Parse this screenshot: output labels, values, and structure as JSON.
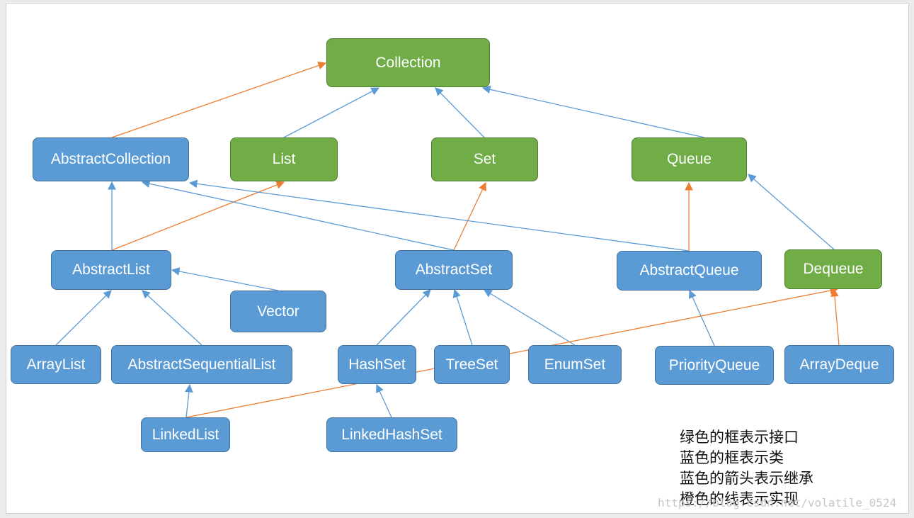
{
  "colors": {
    "interface_fill": "#70ad47",
    "class_fill": "#5b9bd5",
    "inherit_arrow": "#5b9bd5",
    "implement_line": "#ed7d31"
  },
  "nodes": {
    "collection": "Collection",
    "abstract_collection": "AbstractCollection",
    "list": "List",
    "set": "Set",
    "queue": "Queue",
    "abstract_list": "AbstractList",
    "abstract_set": "AbstractSet",
    "abstract_queue": "AbstractQueue",
    "dequeue": "Dequeue",
    "vector": "Vector",
    "array_list": "ArrayList",
    "abstract_sequential_list": "AbstractSequentialList",
    "hash_set": "HashSet",
    "tree_set": "TreeSet",
    "enum_set": "EnumSet",
    "priority_queue": "PriorityQueue",
    "array_deque": "ArrayDeque",
    "linked_list": "LinkedList",
    "linked_hash_set": "LinkedHashSet"
  },
  "edges": [
    {
      "from": "abstract_collection",
      "to": "collection",
      "kind": "implement"
    },
    {
      "from": "list",
      "to": "collection",
      "kind": "inherit"
    },
    {
      "from": "set",
      "to": "collection",
      "kind": "inherit"
    },
    {
      "from": "queue",
      "to": "collection",
      "kind": "inherit"
    },
    {
      "from": "abstract_list",
      "to": "abstract_collection",
      "kind": "inherit"
    },
    {
      "from": "abstract_list",
      "to": "list",
      "kind": "implement"
    },
    {
      "from": "abstract_set",
      "to": "abstract_collection",
      "kind": "inherit"
    },
    {
      "from": "abstract_set",
      "to": "set",
      "kind": "implement"
    },
    {
      "from": "abstract_queue",
      "to": "abstract_collection",
      "kind": "inherit"
    },
    {
      "from": "abstract_queue",
      "to": "queue",
      "kind": "implement"
    },
    {
      "from": "dequeue",
      "to": "queue",
      "kind": "inherit"
    },
    {
      "from": "vector",
      "to": "abstract_list",
      "kind": "inherit"
    },
    {
      "from": "array_list",
      "to": "abstract_list",
      "kind": "inherit"
    },
    {
      "from": "abstract_sequential_list",
      "to": "abstract_list",
      "kind": "inherit"
    },
    {
      "from": "hash_set",
      "to": "abstract_set",
      "kind": "inherit"
    },
    {
      "from": "tree_set",
      "to": "abstract_set",
      "kind": "inherit"
    },
    {
      "from": "enum_set",
      "to": "abstract_set",
      "kind": "inherit"
    },
    {
      "from": "priority_queue",
      "to": "abstract_queue",
      "kind": "inherit"
    },
    {
      "from": "array_deque",
      "to": "dequeue",
      "kind": "implement"
    },
    {
      "from": "linked_list",
      "to": "abstract_sequential_list",
      "kind": "inherit"
    },
    {
      "from": "linked_list",
      "to": "dequeue",
      "kind": "implement"
    },
    {
      "from": "linked_hash_set",
      "to": "hash_set",
      "kind": "inherit"
    }
  ],
  "legend": {
    "line1": "绿色的框表示接口",
    "line2": "蓝色的框表示类",
    "line3": "蓝色的箭头表示继承",
    "line4": "橙色的线表示实现"
  },
  "watermark": "https://blog.csdn.net/volatile_0524"
}
